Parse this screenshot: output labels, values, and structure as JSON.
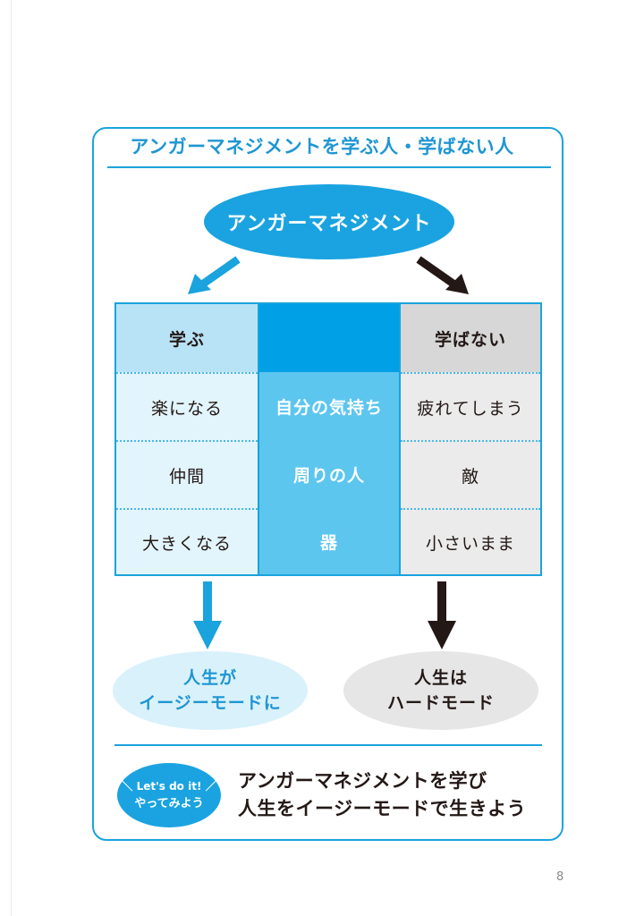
{
  "title": "アンガーマネジメントを学ぶ人・学ばない人",
  "top_node": "アンガーマネジメント",
  "table": {
    "headers": [
      "学ぶ",
      "",
      "学ばない"
    ],
    "rows": [
      [
        "楽になる",
        "自分の気持ち",
        "疲れてしまう"
      ],
      [
        "仲間",
        "周りの人",
        "敵"
      ],
      [
        "大きくなる",
        "器",
        "小さいまま"
      ]
    ]
  },
  "outcomes": {
    "learn": [
      "人生が",
      "イージーモードに"
    ],
    "not_learn": [
      "人生は",
      "ハードモード"
    ]
  },
  "badge": {
    "line1": "Let's do it!",
    "line2": "やってみよう"
  },
  "slogan": {
    "line1": "アンガーマネジメントを学び",
    "line2": "人生をイージーモードで生きよう"
  },
  "page_number": "8",
  "colors": {
    "accent_blue": "#1aa3dd",
    "dark_arrow": "#231815",
    "learn_column": "#e2f4fc",
    "middle_column": "#5cc6ef",
    "not_learn_column": "#ebebeb"
  }
}
